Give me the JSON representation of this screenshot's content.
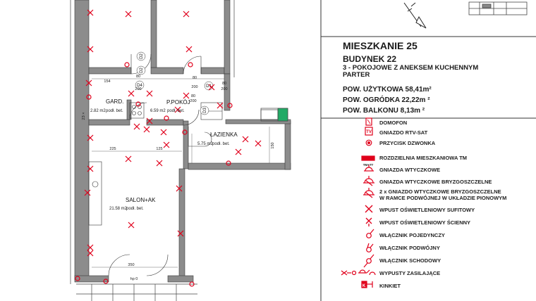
{
  "info": {
    "title": "MIESZKANIE 25",
    "building": "BUDYNEK 22",
    "type_line1": "3 - POKOJOWE Z ANEKSEM KUCHENNYM",
    "type_line2": "PARTER",
    "area_usable": "POW. UŻYTKOWA 58,41m²",
    "area_garden": "POW. OGRÓDKA 22,22m ²",
    "area_balcony": "POW. BALKONU 8,13m ²"
  },
  "legend": [
    {
      "icon": "doorphone-icon",
      "label": "DOMOFON"
    },
    {
      "icon": "tv-socket-icon",
      "label": "GNIAZDO RTV-SAT"
    },
    {
      "icon": "doorbell-button-icon",
      "label": "PRZYCISK DZWONKA"
    },
    {
      "icon": "distribution-board-icon",
      "label": "ROZDZIELNIA MIESZKANIOWA TM"
    },
    {
      "icon": "socket-icon",
      "label": "GNIAZDA WTYCZKOWE"
    },
    {
      "icon": "splashproof-socket-icon",
      "label": "GNIAZDA WTYCZKOWE BRYZGOSZCZELNE"
    },
    {
      "icon": "double-splashproof-socket-icon",
      "label": "2 x GNIAZDO WTYCZKOWE BRYZGOSZCZELNE",
      "label2": "W RAMCE PODWÓJNEJ W UKŁADZIE PIONOWYM"
    },
    {
      "icon": "ceiling-light-outlet-icon",
      "label": "WPUST OŚWIETLENIOWY SUFITOWY"
    },
    {
      "icon": "wall-light-outlet-icon",
      "label": "WPUST OŚWIETLENIOWY ŚCIENNY"
    },
    {
      "icon": "single-switch-icon",
      "label": "WŁĄCZNIK POJEDYNCZY"
    },
    {
      "icon": "double-switch-icon",
      "label": "WŁĄCZNIK PODWÓJNY"
    },
    {
      "icon": "staircase-switch-icon",
      "label": "WŁĄCZNIK SCHODOWY"
    },
    {
      "icon": "power-outlets-icon",
      "label": "WYPUSTY ZASILAJĄCE"
    },
    {
      "icon": "wall-lamp-icon",
      "label": "KINKIET"
    }
  ],
  "legend_symbol_texts": {
    "tv": "TV",
    "tm": "TM+TT",
    "kinkiet": "K"
  },
  "rooms": {
    "garderoba": {
      "name": "GARD.",
      "area": "2.82 m2",
      "floor": "podł. bet."
    },
    "korytarz": {
      "name": "P.POKÓJ",
      "area": "6.59 m2",
      "floor": "podł. bet."
    },
    "lazienka": {
      "name": "ŁAZIENKA",
      "area": "5.75 m2",
      "floor": "podł. bet."
    },
    "salon": {
      "name": "SALON+AK",
      "area": "21.58 m2",
      "floor": "podł. bet."
    }
  },
  "doors": [
    "D2",
    "D2",
    "D4",
    "D1",
    "D3"
  ],
  "dimensions": [
    "154",
    "80",
    "200",
    "80",
    "200",
    "80",
    "200",
    "80",
    "200",
    "225",
    "125",
    "150",
    "350",
    "hp 0",
    "23 ×"
  ],
  "colors": {
    "electrical": "#e0001b",
    "wall": "#7f7f7f",
    "ink": "#1a1a1a"
  }
}
